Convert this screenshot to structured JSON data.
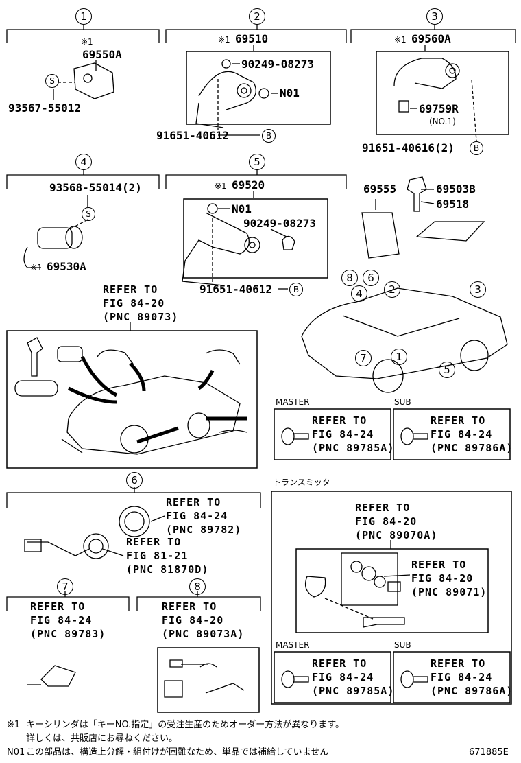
{
  "sections": {
    "s1": {
      "no": "1",
      "mark": "※1",
      "part": "69550A",
      "screw": "93567-55012",
      "tag": "S"
    },
    "s2": {
      "no": "2",
      "mark": "※1",
      "part": "69510",
      "bolt": "90249-08273",
      "n01": "N01",
      "wire": "91651-40612",
      "tag": "B"
    },
    "s3": {
      "no": "3",
      "mark": "※1",
      "part": "69560A",
      "sub": "69759R",
      "sub_note": "(NO.1)",
      "wire": "91651-40616(2)",
      "tag": "B"
    },
    "s4": {
      "no": "4",
      "screw": "93568-55014(2)",
      "tag": "S",
      "mark": "※1",
      "part": "69530A"
    },
    "s5": {
      "no": "5",
      "mark": "※1",
      "part": "69520",
      "n01": "N01",
      "bolt": "90249-08273",
      "wire": "91651-40612",
      "tag": "B"
    },
    "parts_misc": {
      "p1": "69555",
      "p2": "69503B",
      "p3": "69518"
    },
    "refer_main": {
      "l1": "REFER TO",
      "l2": "FIG 84-20",
      "l3": "(PNC 89073)"
    },
    "car_nums": [
      "8",
      "6",
      "4",
      "2",
      "3",
      "7",
      "1",
      "5"
    ],
    "master_left": {
      "label": "MASTER",
      "l1": "REFER TO",
      "l2": "FIG 84-24",
      "l3": "(PNC 89785A)"
    },
    "sub_left": {
      "label": "SUB",
      "l1": "REFER TO",
      "l2": "FIG 84-24",
      "l3": "(PNC 89786A)"
    },
    "s6": {
      "no": "6",
      "r1": {
        "l1": "REFER TO",
        "l2": "FIG 84-24",
        "l3": "(PNC 89782)"
      },
      "r2": {
        "l1": "REFER TO",
        "l2": "FIG 81-21",
        "l3": "(PNC 81870D)"
      }
    },
    "s7": {
      "no": "7",
      "l1": "REFER TO",
      "l2": "FIG 84-24",
      "l3": "(PNC 89783)"
    },
    "s8": {
      "no": "8",
      "l1": "REFER TO",
      "l2": "FIG 84-20",
      "l3": "(PNC 89073A)"
    },
    "transmitter": {
      "label": "トランスミッタ",
      "r1": {
        "l1": "REFER TO",
        "l2": "FIG 84-20",
        "l3": "(PNC 89070A)"
      },
      "r2": {
        "l1": "REFER TO",
        "l2": "FIG 84-20",
        "l3": "(PNC 89071)"
      },
      "master": {
        "label": "MASTER",
        "l1": "REFER TO",
        "l2": "FIG 84-24",
        "l3": "(PNC 89785A)"
      },
      "sub": {
        "label": "SUB",
        "l1": "REFER TO",
        "l2": "FIG 84-24",
        "l3": "(PNC 89786A)"
      }
    },
    "notes": {
      "n1_mark": "※1",
      "n1_line1": "キーシリンダは「キーNO.指定」の受注生産のためオーダー方法が異なります。",
      "n1_line2": "詳しくは、共販店にお尋ねください。",
      "n2_mark": "N01",
      "n2_line": "この部品は、構造上分解・組付けが困難なため、単品では補給していません",
      "code": "671885E"
    }
  }
}
